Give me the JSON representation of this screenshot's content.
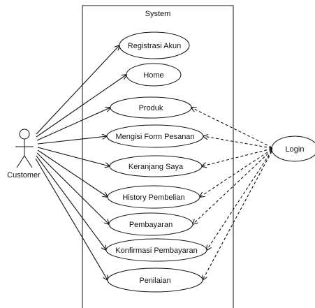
{
  "system": {
    "title": "System"
  },
  "actors": {
    "customer": {
      "label": "Customer"
    },
    "login": {
      "label": "Login"
    }
  },
  "use_cases": [
    {
      "id": "registrasi-akun",
      "label": "Registrasi Akun"
    },
    {
      "id": "home",
      "label": "Home"
    },
    {
      "id": "produk",
      "label": "Produk"
    },
    {
      "id": "mengisi-form-pesanan",
      "label": "Mengisi Form Pesanan"
    },
    {
      "id": "keranjang-saya",
      "label": "Keranjang Saya"
    },
    {
      "id": "history-pembelian",
      "label": "History Pembelian"
    },
    {
      "id": "pembayaran",
      "label": "Pembayaran"
    },
    {
      "id": "konfirmasi-pembayaran",
      "label": "Konfirmasi Pembayaran"
    },
    {
      "id": "penilaian",
      "label": "Penilaian"
    }
  ],
  "colors": {
    "stroke": "#111111",
    "background": "#ffffff"
  }
}
